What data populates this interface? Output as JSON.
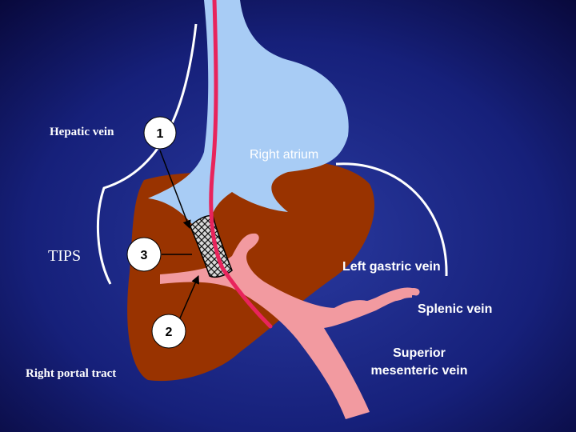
{
  "labels": {
    "hepatic_vein": "Hepatic vein",
    "right_atrium": "Right atrium",
    "tips": "TIPS",
    "left_gastric_vein": "Left gastric vein",
    "splenic_vein": "Splenic vein",
    "superior_mesenteric_line1": "Superior",
    "superior_mesenteric_line2": "mesenteric vein",
    "right_portal_tract": "Right portal tract"
  },
  "markers": {
    "one": "1",
    "two": "2",
    "three": "3"
  },
  "colors": {
    "background_top": "#0a0a3a",
    "background_mid": "#1e2a8a",
    "liver": "#993300",
    "atrium": "#a8ccf5",
    "vessel": "#f29aa0",
    "wire": "#e8245c",
    "stent": "#c8c8c8"
  }
}
